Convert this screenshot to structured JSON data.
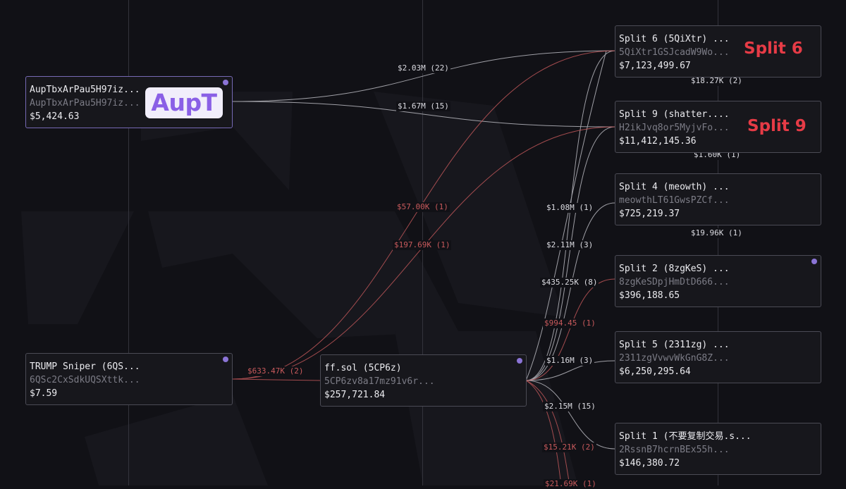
{
  "colors": {
    "background": "#111116",
    "node_border": "#4b4b55",
    "accent_purple": "#8b74d6",
    "flow_white": "#cfcfd6",
    "flow_red": "#c85a5c",
    "callout_red": "#e63b46"
  },
  "nodes": {
    "aupt": {
      "name": "AupTbxArPau5H97iz...",
      "address": "AupTbxArPau5H97iz...",
      "balance": "$5,424.63"
    },
    "trump": {
      "name": "TRUMP Sniper (6QS...",
      "address": "6QSc2CxSdkUQSXttk...",
      "balance": "$7.59"
    },
    "ff": {
      "name": "ff.sol (5CP6z)",
      "address": "5CP6zv8a17mz91v6r...",
      "balance": "$257,721.84"
    },
    "split6": {
      "name": "Split 6 (5QiXtr) ...",
      "address": "5QiXtr1GSJcadW9Wo...",
      "balance": "$7,123,499.67"
    },
    "split9": {
      "name": "Split 9 (shatter....",
      "address": "H2ikJvq8or5MyjvFo...",
      "balance": "$11,412,145.36"
    },
    "split4": {
      "name": "Split 4 (meowth) ...",
      "address": "meowthLT61GwsPZCf...",
      "balance": "$725,219.37"
    },
    "split2": {
      "name": "Split 2 (8zgKeS) ...",
      "address": "8zgKeSDpjHmDtD666...",
      "balance": "$396,188.65"
    },
    "split5": {
      "name": "Split 5 (2311zg) ...",
      "address": "2311zgVvwvWkGnG8Z...",
      "balance": "$6,250,295.64"
    },
    "split1": {
      "name": "Split 1 (不要复制交易.s...",
      "address": "2RssnB7hcrnBEx55h...",
      "balance": "$146,380.72"
    }
  },
  "flow_labels": {
    "aupt_split6": "$2.03M (22)",
    "aupt_split9": "$1.67M (15)",
    "trump_ff": "$633.47K (2)",
    "trump_split6": "$57.00K (1)",
    "trump_split9": "$197.69K (1)",
    "ff_split6": "$1.08M (1)",
    "ff_split9": "$2.11M (3)",
    "ff_split4": "$435.25K (8)",
    "ff_split2": "$994.45 (1)",
    "ff_split5": "$1.16M (3)",
    "ff_split1": "$2.15M (15)",
    "ff_split1_red": "$15.21K (2)",
    "ff_below": "$21.69K (1)",
    "split6_split9": "$18.27K (2)",
    "split9_split4": "$1.60K (1)",
    "split4_split2": "$19.96K (1)"
  },
  "annotations": {
    "aupt_badge": "AupT",
    "split6_callout": "Split 6",
    "split9_callout": "Split 9"
  }
}
